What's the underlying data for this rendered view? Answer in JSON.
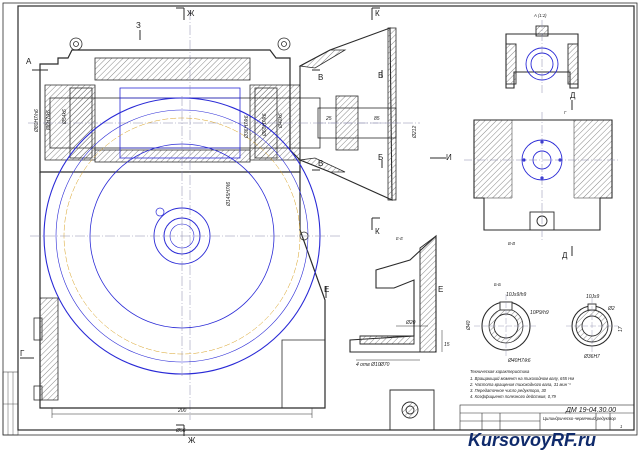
{
  "drawing": {
    "code": "ДМ 19-04.30.00",
    "name": "Цилиндрическо-червячный редуктор",
    "sheets": "1",
    "watermark": "KursovoyRF.ru",
    "colors": {
      "line": "#2b2b2b",
      "blue": "#2a2ad6",
      "hatch": "#555555",
      "axis": "#8888aa",
      "watermark_text": "#0f2a6b",
      "watermark_accent": "#d81818"
    }
  },
  "views": {
    "section_markers": [
      "Ж",
      "Ж",
      "К",
      "К",
      "З",
      "А",
      "И",
      "Г",
      "Е",
      "Е",
      "В",
      "В",
      "Б",
      "Б",
      "Д",
      "Д"
    ],
    "view_titles": [
      "А (1:2)",
      "Г",
      "В-В",
      "Е-Е",
      "Б-Б"
    ]
  },
  "dimensions": {
    "main": [
      "Ø6H7/k6",
      "Ø54k6",
      "Ø80H7/n6",
      "Ø60H7/k6",
      "Ø42k6",
      "Ø36H7/k6",
      "25",
      "85",
      "Ø212",
      "Ø145H7/t6",
      "200",
      "Ø56"
    ],
    "section_e": [
      "Ø20",
      "Ø70",
      "15",
      "4 отв Ø10"
    ],
    "section_b": [
      "10Js9/h9",
      "10P9/h9",
      "Ø40H7/k6",
      "Ø36H7",
      "Ø40",
      "17",
      "10Js9",
      "Ø2"
    ]
  },
  "notes": {
    "heading": "Техническая характеристика",
    "lines": [
      "1. Вращающий момент на тихоходном валу, 655 Нм",
      "2. Частота вращения тихоходного вала, 31 мин⁻¹",
      "3. Передаточное число редуктора, 30",
      "4. Коэффициент полезного действия, 0,79"
    ]
  }
}
